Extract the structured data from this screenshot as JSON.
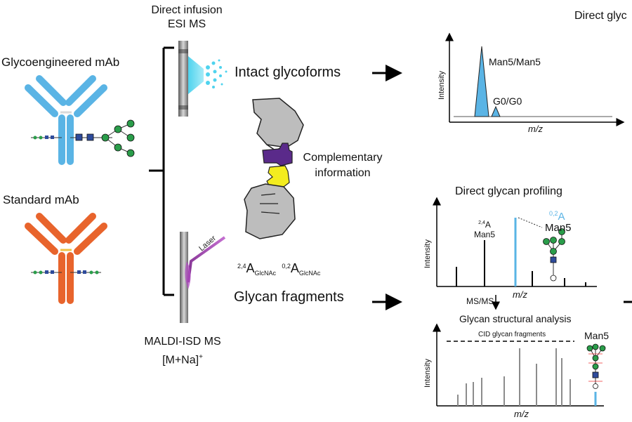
{
  "left": {
    "glyco_mab_label": "Glycoengineered mAb",
    "standard_mab_label": "Standard mAb",
    "colors": {
      "glyco": "#5ab4e5",
      "standard": "#e8642c"
    }
  },
  "methods": {
    "esi_line1": "Direct infusion",
    "esi_line2": "ESI MS",
    "maldi_line1": "MALDI-ISD MS",
    "maldi_line2_main": "[M+Na]",
    "maldi_line2_sup": "+",
    "laser_label": "Laser"
  },
  "middle": {
    "intact_label": "Intact glycoforms",
    "complementary_line1": "Complementary",
    "complementary_line2": "information",
    "glycan_fragments_label": "Glycan fragments",
    "frag_a": {
      "sup": "2,4",
      "main": "A",
      "sub": "GlcNAc"
    },
    "frag_b": {
      "sup": "0,2",
      "main": "A",
      "sub": "GlcNAc"
    }
  },
  "panels": {
    "top": {
      "title": "Direct glyc",
      "ylabel": "Intensity",
      "xlabel": "m/z",
      "peak1_label": "Man5/Man5",
      "peak2_label": "G0/G0"
    },
    "middle": {
      "title": "Direct glycan profiling",
      "ylabel": "Intensity",
      "xlabel": "m/z",
      "peak_a_sup": "2,4",
      "peak_a_main": "A",
      "peak_a_name": "Man5",
      "peak_b_sup": "0,2",
      "peak_b_main": "A",
      "peak_b_name": "Man5",
      "msms_label": "MS/MS"
    },
    "bottom": {
      "title": "Glycan structural analysis",
      "ylabel": "Intensity",
      "xlabel": "m/z",
      "cid_label": "CID glycan fragments",
      "glycan_label": "Man5"
    }
  }
}
